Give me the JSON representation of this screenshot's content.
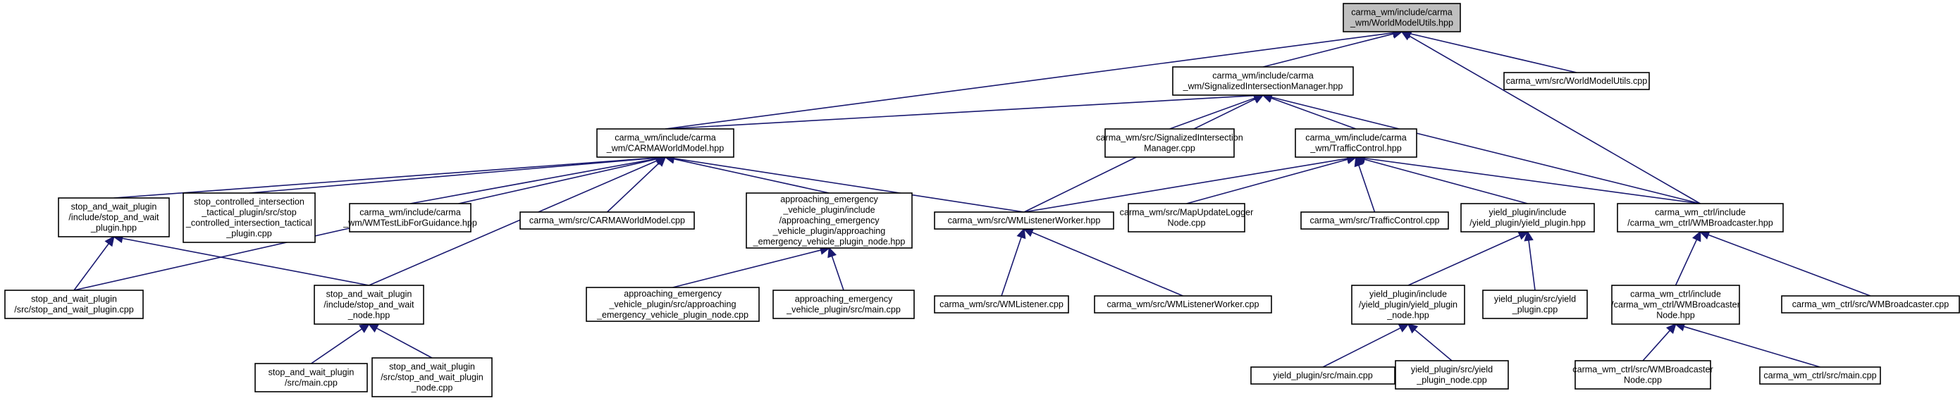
{
  "colors": {
    "edge": "#191970",
    "root_fill": "#bfbfbf",
    "node_fill": "#ffffff",
    "node_stroke": "#000000"
  },
  "nodes": [
    {
      "id": "n0",
      "lines": [
        "carma_wm/include/carma",
        "_wm/WorldModelUtils.hpp"
      ],
      "root": true
    },
    {
      "id": "n1",
      "lines": [
        "carma_wm/include/carma",
        "_wm/SignalizedIntersectionManager.hpp"
      ]
    },
    {
      "id": "n2",
      "lines": [
        "carma_wm/src/WorldModelUtils.cpp"
      ]
    },
    {
      "id": "n3",
      "lines": [
        "carma_wm/include/carma",
        "_wm/CARMAWorldModel.hpp"
      ]
    },
    {
      "id": "n4",
      "lines": [
        "carma_wm/src/SignalizedIntersection",
        "Manager.cpp"
      ]
    },
    {
      "id": "n5",
      "lines": [
        "carma_wm/include/carma",
        "_wm/TrafficControl.hpp"
      ]
    },
    {
      "id": "n6",
      "lines": [
        "stop_and_wait_plugin",
        "/include/stop_and_wait",
        "_plugin.hpp"
      ]
    },
    {
      "id": "n7",
      "lines": [
        "stop_controlled_intersection",
        "_tactical_plugin/src/stop",
        "_controlled_intersection_tactical",
        "_plugin.cpp"
      ]
    },
    {
      "id": "n8",
      "lines": [
        "carma_wm/include/carma",
        "_wm/WMTestLibForGuidance.hpp"
      ]
    },
    {
      "id": "n9",
      "lines": [
        "carma_wm/src/CARMAWorldModel.cpp"
      ]
    },
    {
      "id": "n10",
      "lines": [
        "approaching_emergency",
        "_vehicle_plugin/include",
        "/approaching_emergency",
        "_vehicle_plugin/approaching",
        "_emergency_vehicle_plugin_node.hpp"
      ]
    },
    {
      "id": "n11",
      "lines": [
        "carma_wm/src/WMListenerWorker.hpp"
      ]
    },
    {
      "id": "n12",
      "lines": [
        "carma_wm/src/MapUpdateLogger",
        "Node.cpp"
      ]
    },
    {
      "id": "n13",
      "lines": [
        "carma_wm/src/TrafficControl.cpp"
      ]
    },
    {
      "id": "n14",
      "lines": [
        "yield_plugin/include",
        "/yield_plugin/yield_plugin.hpp"
      ]
    },
    {
      "id": "n15",
      "lines": [
        "carma_wm_ctrl/include",
        "/carma_wm_ctrl/WMBroadcaster.hpp"
      ]
    },
    {
      "id": "n16",
      "lines": [
        "stop_and_wait_plugin",
        "/src/stop_and_wait_plugin.cpp"
      ]
    },
    {
      "id": "n17",
      "lines": [
        "stop_and_wait_plugin",
        "/include/stop_and_wait",
        "_node.hpp"
      ]
    },
    {
      "id": "n18",
      "lines": [
        "approaching_emergency",
        "_vehicle_plugin/src/approaching",
        "_emergency_vehicle_plugin_node.cpp"
      ]
    },
    {
      "id": "n19",
      "lines": [
        "approaching_emergency",
        "_vehicle_plugin/src/main.cpp"
      ]
    },
    {
      "id": "n20",
      "lines": [
        "carma_wm/src/WMListener.cpp"
      ]
    },
    {
      "id": "n21",
      "lines": [
        "carma_wm/src/WMListenerWorker.cpp"
      ]
    },
    {
      "id": "n22",
      "lines": [
        "yield_plugin/include",
        "/yield_plugin/yield_plugin",
        "_node.hpp"
      ]
    },
    {
      "id": "n23",
      "lines": [
        "yield_plugin/src/yield",
        "_plugin.cpp"
      ]
    },
    {
      "id": "n24",
      "lines": [
        "carma_wm_ctrl/include",
        "/carma_wm_ctrl/WMBroadcaster",
        "Node.hpp"
      ]
    },
    {
      "id": "n25",
      "lines": [
        "carma_wm_ctrl/src/WMBroadcaster.cpp"
      ]
    },
    {
      "id": "n26",
      "lines": [
        "stop_and_wait_plugin",
        "/src/main.cpp"
      ]
    },
    {
      "id": "n27",
      "lines": [
        "stop_and_wait_plugin",
        "/src/stop_and_wait_plugin",
        "_node.cpp"
      ]
    },
    {
      "id": "n28",
      "lines": [
        "yield_plugin/src/main.cpp"
      ]
    },
    {
      "id": "n29",
      "lines": [
        "yield_plugin/src/yield",
        "_plugin_node.cpp"
      ]
    },
    {
      "id": "n30",
      "lines": [
        "carma_wm_ctrl/src/WMBroadcaster",
        "Node.cpp"
      ]
    },
    {
      "id": "n31",
      "lines": [
        "carma_wm_ctrl/src/main.cpp"
      ]
    }
  ],
  "edges": [
    {
      "from": "n1",
      "to": "n0"
    },
    {
      "from": "n2",
      "to": "n0"
    },
    {
      "from": "n3",
      "to": "n0"
    },
    {
      "from": "n15",
      "to": "n0"
    },
    {
      "from": "n3",
      "to": "n1"
    },
    {
      "from": "n4",
      "to": "n1"
    },
    {
      "from": "n5",
      "to": "n1"
    },
    {
      "from": "n11",
      "to": "n1"
    },
    {
      "from": "n15",
      "to": "n1"
    },
    {
      "from": "n6",
      "to": "n3"
    },
    {
      "from": "n7",
      "to": "n3"
    },
    {
      "from": "n8",
      "to": "n3"
    },
    {
      "from": "n9",
      "to": "n3"
    },
    {
      "from": "n10",
      "to": "n3"
    },
    {
      "from": "n11",
      "to": "n3"
    },
    {
      "from": "n16",
      "to": "n3"
    },
    {
      "from": "n17",
      "to": "n3"
    },
    {
      "from": "n11",
      "to": "n5"
    },
    {
      "from": "n12",
      "to": "n5"
    },
    {
      "from": "n13",
      "to": "n5"
    },
    {
      "from": "n14",
      "to": "n5"
    },
    {
      "from": "n15",
      "to": "n5"
    },
    {
      "from": "n16",
      "to": "n6"
    },
    {
      "from": "n17",
      "to": "n6"
    },
    {
      "from": "n18",
      "to": "n10"
    },
    {
      "from": "n19",
      "to": "n10"
    },
    {
      "from": "n20",
      "to": "n11"
    },
    {
      "from": "n21",
      "to": "n11"
    },
    {
      "from": "n22",
      "to": "n14"
    },
    {
      "from": "n23",
      "to": "n14"
    },
    {
      "from": "n24",
      "to": "n15"
    },
    {
      "from": "n25",
      "to": "n15"
    },
    {
      "from": "n26",
      "to": "n17"
    },
    {
      "from": "n27",
      "to": "n17"
    },
    {
      "from": "n28",
      "to": "n22"
    },
    {
      "from": "n29",
      "to": "n22"
    },
    {
      "from": "n30",
      "to": "n24"
    },
    {
      "from": "n31",
      "to": "n24"
    }
  ]
}
